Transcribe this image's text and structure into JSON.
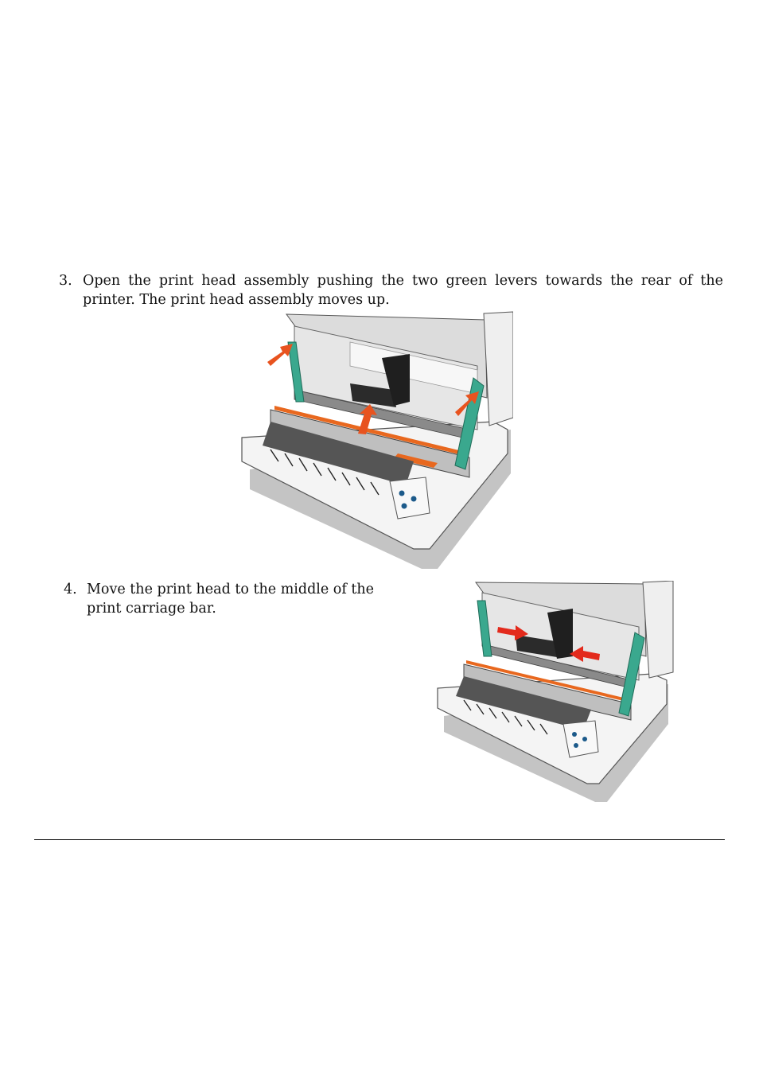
{
  "steps": [
    {
      "number": "3.",
      "text": "Open the print head assembly pushing the two green levers towards the rear of the printer. The print head assembly moves up."
    },
    {
      "number": "4.",
      "text": "Move the print head to the middle of the print carriage bar."
    }
  ],
  "colors": {
    "lever_green": "#3aa88e",
    "arrow_orange": "#e8531f",
    "arrow_red": "#e32a1c",
    "body_grey": "#bdbdbd",
    "ribbon_orange": "#e8681f"
  }
}
